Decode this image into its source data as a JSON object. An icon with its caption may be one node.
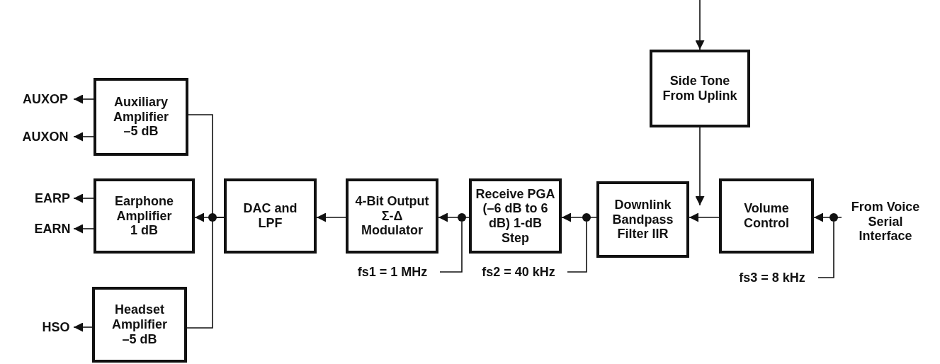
{
  "diagram": {
    "nodes": [
      {
        "text": [
          "Side Tone From Uplink"
        ]
      },
      {
        "text": [
          "From Voice Serial Interface"
        ]
      },
      {
        "text": [
          "Volume Control"
        ]
      },
      {
        "text": [
          "Downlink Bandpass Filter IIR"
        ]
      },
      {
        "text": [
          "Receive PGA (–6 dB to 6 dB) 1-dB Step"
        ]
      },
      {
        "text": [
          "4-Bit Output Σ-Δ Modulator"
        ]
      },
      {
        "text": [
          "DAC and LPF"
        ]
      },
      {
        "text": [
          "Auxiliary Amplifier –5 dB"
        ]
      },
      {
        "text": [
          "Earphone Amplifier 1 dB"
        ]
      },
      {
        "text": [
          "Headset Amplifier –5 dB"
        ]
      },
      {
        "text": [
          "AUXOP"
        ]
      },
      {
        "text": [
          "AUXON"
        ]
      },
      {
        "text": [
          "EARP"
        ]
      },
      {
        "text": [
          "EARN"
        ]
      },
      {
        "text": [
          "HSO"
        ]
      },
      {
        "text": [
          "fs1 = 1 MHz"
        ]
      },
      {
        "text": [
          "fs2 = 40 kHz"
        ]
      },
      {
        "text": [
          "fs3 = 8 kHz"
        ]
      },
      {
        "text": [],
        "shape": "circle"
      },
      {
        "text": [],
        "shape": "circle"
      },
      {
        "text": [],
        "shape": "circle"
      }
    ],
    "edges": [
      {
        "from": null,
        "to": 0,
        "arrow": "to"
      },
      {
        "from": 0,
        "to": 3,
        "arrow": "to"
      },
      {
        "from": 1,
        "to": 2,
        "arrow": "to"
      },
      {
        "from": 2,
        "to": 3,
        "arrow": "to"
      },
      {
        "from": 3,
        "to": 4,
        "arrow": "to"
      },
      {
        "from": 4,
        "to": 5,
        "arrow": "to"
      },
      {
        "from": 5,
        "to": 6,
        "arrow": "to"
      },
      {
        "from": 6,
        "to": 7,
        "arrow": "none"
      },
      {
        "from": 6,
        "to": 8,
        "arrow": "to"
      },
      {
        "from": 6,
        "to": 9,
        "arrow": "none"
      },
      {
        "from": 7,
        "to": 10,
        "arrow": "to"
      },
      {
        "from": 7,
        "to": 11,
        "arrow": "to"
      },
      {
        "from": 8,
        "to": 12,
        "arrow": "to"
      },
      {
        "from": 8,
        "to": 13,
        "arrow": "to"
      },
      {
        "from": 9,
        "to": 14,
        "arrow": "to"
      },
      {
        "from": 15,
        "to": 18,
        "arrow": "none"
      },
      {
        "from": 16,
        "to": 19,
        "arrow": "none"
      },
      {
        "from": 17,
        "to": 20,
        "arrow": "none"
      }
    ]
  }
}
